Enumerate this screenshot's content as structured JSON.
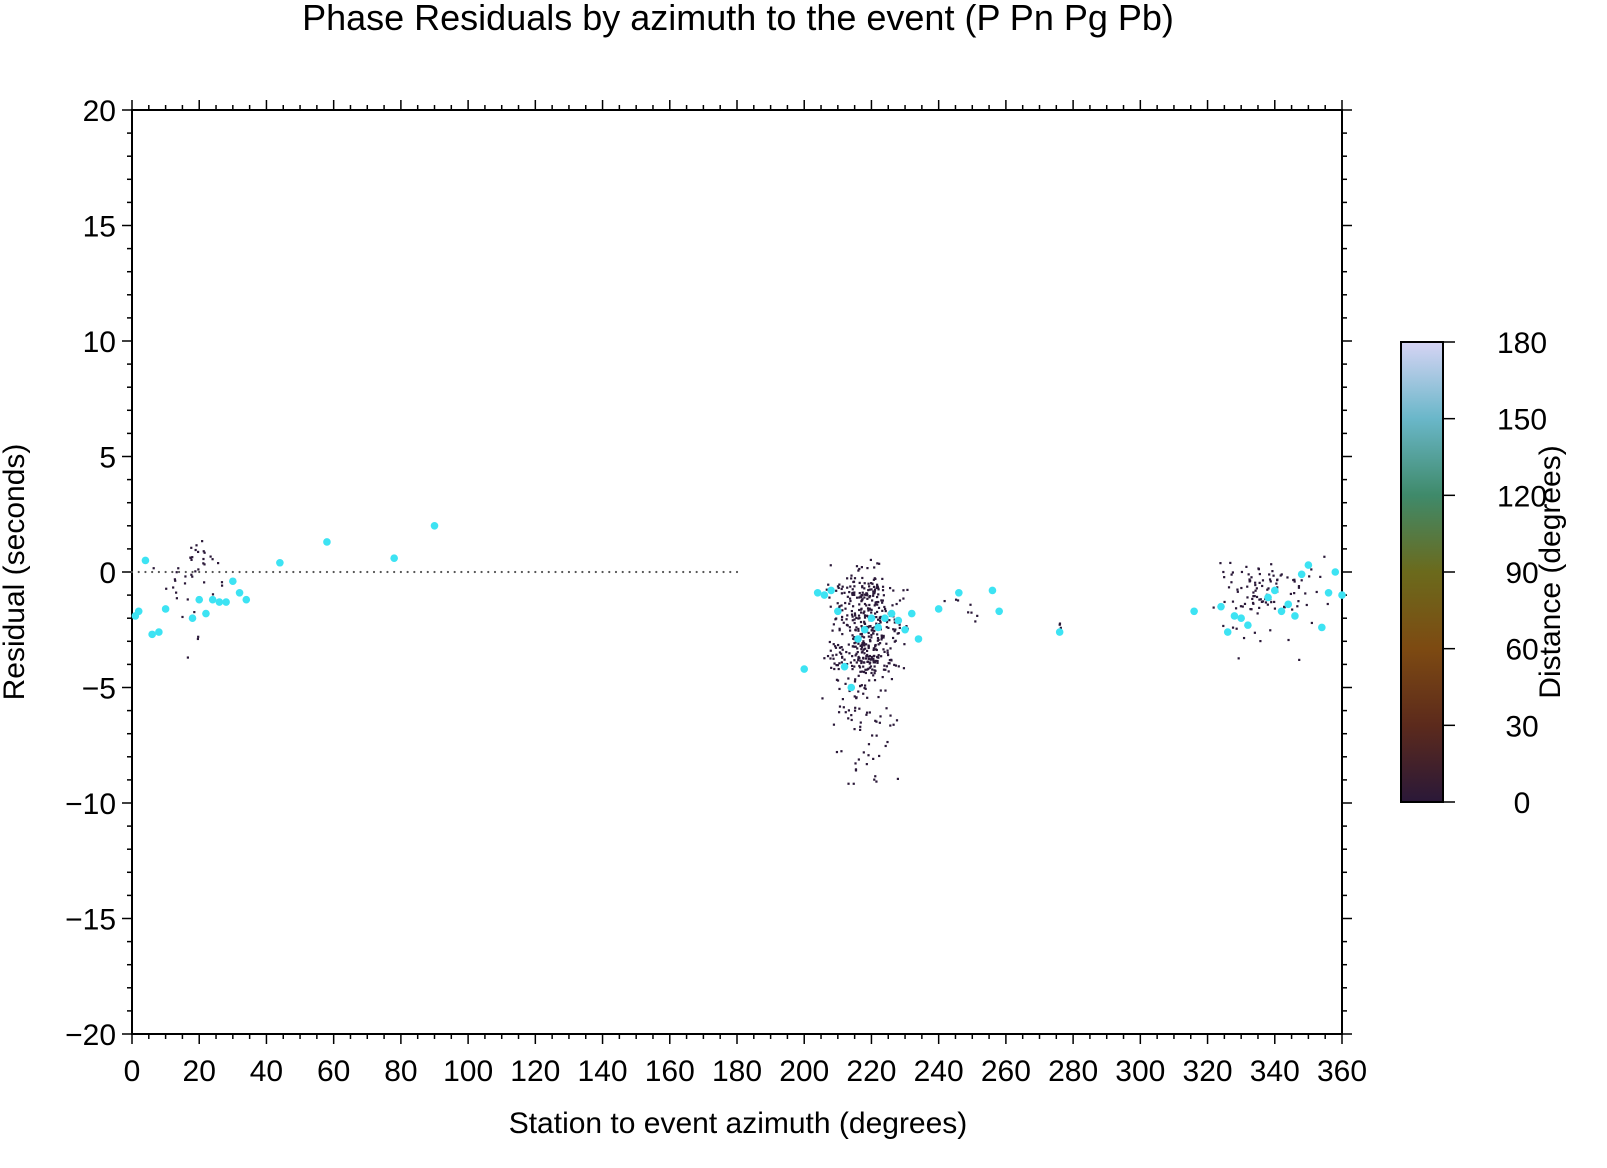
{
  "chart_data": {
    "type": "scatter",
    "title": "Phase Residuals by azimuth to the event (P Pn Pg Pb)",
    "xlabel": "Station to event azimuth (degrees)",
    "ylabel": "Residual (seconds)",
    "xlim": [
      0,
      360
    ],
    "ylim": [
      -20,
      20
    ],
    "x_ticks": [
      0,
      20,
      40,
      60,
      80,
      100,
      120,
      140,
      160,
      180,
      200,
      220,
      240,
      260,
      280,
      300,
      320,
      340,
      360
    ],
    "y_ticks": [
      -20,
      -15,
      -10,
      -5,
      0,
      5,
      10,
      15,
      20
    ],
    "y_tick_labels": [
      "−20",
      "−15",
      "−10",
      "−5",
      "0",
      "5",
      "10",
      "15",
      "20"
    ],
    "grid": false,
    "zero_line": {
      "from_x": 0,
      "to_x": 180,
      "y": 0
    },
    "colorbar": {
      "label": "Distance (degrees)",
      "range": [
        0,
        180
      ],
      "ticks": [
        0,
        30,
        60,
        90,
        120,
        150,
        180
      ],
      "stops": [
        "#2a1838",
        "#5c2a1c",
        "#7d4a12",
        "#6b6a1c",
        "#3f8a6a",
        "#6ab7c9",
        "#d6d4f4"
      ]
    },
    "series": [
      {
        "marker": "large-dot",
        "color": "#3de3f3",
        "points": [
          [
            1,
            -1.9
          ],
          [
            2,
            -1.7
          ],
          [
            4,
            0.5
          ],
          [
            6,
            -2.7
          ],
          [
            8,
            -2.6
          ],
          [
            10,
            -1.6
          ],
          [
            18,
            -2.0
          ],
          [
            20,
            -1.2
          ],
          [
            22,
            -1.8
          ],
          [
            24,
            -1.2
          ],
          [
            26,
            -1.3
          ],
          [
            28,
            -1.3
          ],
          [
            30,
            -0.4
          ],
          [
            32,
            -0.9
          ],
          [
            34,
            -1.2
          ],
          [
            44,
            0.4
          ],
          [
            58,
            1.3
          ],
          [
            78,
            0.6
          ],
          [
            90,
            2.0
          ],
          [
            200,
            -4.2
          ],
          [
            204,
            -0.9
          ],
          [
            206,
            -1.0
          ],
          [
            208,
            -0.8
          ],
          [
            210,
            -1.7
          ],
          [
            212,
            -4.1
          ],
          [
            214,
            -5.0
          ],
          [
            216,
            -2.9
          ],
          [
            218,
            -2.5
          ],
          [
            220,
            -2.0
          ],
          [
            222,
            -2.4
          ],
          [
            224,
            -2.0
          ],
          [
            226,
            -1.8
          ],
          [
            228,
            -2.1
          ],
          [
            230,
            -2.5
          ],
          [
            232,
            -1.8
          ],
          [
            234,
            -2.9
          ],
          [
            240,
            -1.6
          ],
          [
            246,
            -0.9
          ],
          [
            256,
            -0.8
          ],
          [
            258,
            -1.7
          ],
          [
            276,
            -2.6
          ],
          [
            316,
            -1.7
          ],
          [
            324,
            -1.5
          ],
          [
            326,
            -2.6
          ],
          [
            328,
            -1.9
          ],
          [
            330,
            -2.0
          ],
          [
            332,
            -2.3
          ],
          [
            338,
            -1.1
          ],
          [
            340,
            -0.8
          ],
          [
            342,
            -1.7
          ],
          [
            344,
            -1.4
          ],
          [
            346,
            -1.9
          ],
          [
            348,
            -0.1
          ],
          [
            350,
            0.3
          ],
          [
            354,
            -2.4
          ],
          [
            356,
            -0.9
          ],
          [
            358,
            0.0
          ],
          [
            360,
            -1.0
          ]
        ]
      },
      {
        "marker": "small-dot",
        "color": "#2a1838",
        "clusters": [
          {
            "x_range": [
              1,
              36
            ],
            "y_range": [
              -4.3,
              2.1
            ],
            "count": 45
          },
          {
            "x_range": [
              203,
              233
            ],
            "y_range": [
              -9.7,
              0.7
            ],
            "count": 520
          },
          {
            "x_range": [
              236,
              262
            ],
            "y_range": [
              -4.1,
              -0.1
            ],
            "count": 8
          },
          {
            "x_range": [
              275,
              277
            ],
            "y_range": [
              -2.6,
              -2.1
            ],
            "count": 3
          },
          {
            "x_range": [
              315,
              360
            ],
            "y_range": [
              -4.2,
              0.7
            ],
            "count": 110
          }
        ]
      }
    ]
  }
}
